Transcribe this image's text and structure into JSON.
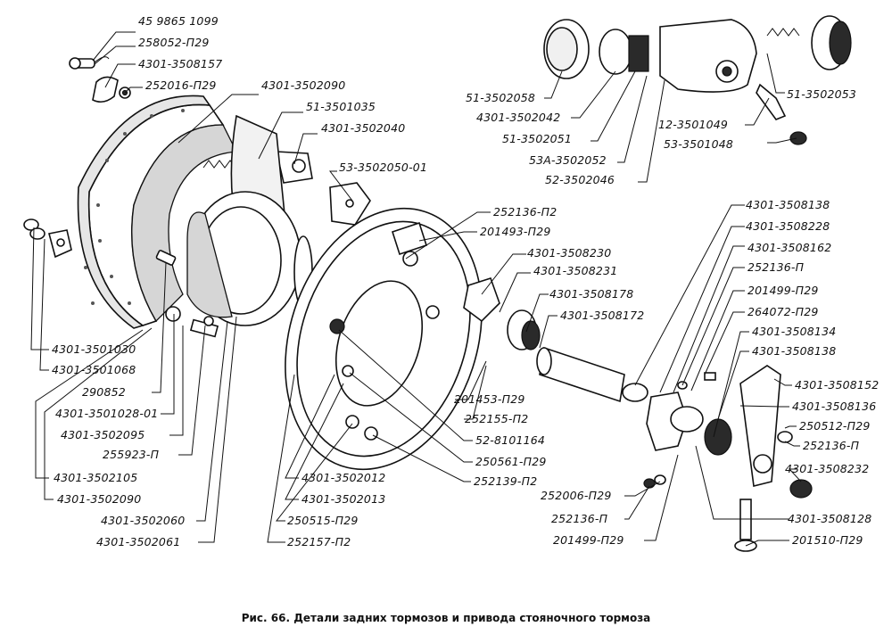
{
  "caption": "Рис. 66. Детали задних тормозов и привода стояночного тормоза",
  "labels": {
    "l01": "45 9865 1099",
    "l02": "258052-П29",
    "l03": "4301-3508157",
    "l04": "252016-П29",
    "l05": "4301-3502090",
    "l06": "51-3501035",
    "l07": "4301-3502040",
    "l08": "53-3502050-01",
    "l09": "51-3502058",
    "l10": "4301-3502042",
    "l11": "51-3502051",
    "l12": "53А-3502052",
    "l13": "52-3502046",
    "l14": "51-3502053",
    "l15": "12-3501049",
    "l16": "53-3501048",
    "l17": "252136-П2",
    "l18": "201493-П29",
    "l19": "4301-3508230",
    "l20": "4301-3508231",
    "l21": "4301-3508178",
    "l22": "4301-3508172",
    "l23": "4301-3508138",
    "l24": "4301-3508228",
    "l25": "4301-3508162",
    "l26": "252136-П",
    "l27": "201499-П29",
    "l28": "264072-П29",
    "l29": "4301-3508134",
    "l30": "4301-3508138",
    "l31": "4301-3508152",
    "l32": "4301-3508136",
    "l33": "250512-П29",
    "l34": "252136-П",
    "l35": "4301-3508232",
    "l36": "4301-3508128",
    "l37": "201510-П29",
    "l38": "252006-П29",
    "l39": "252136-П",
    "l40": "201499-П29",
    "l41": "4301-3501030",
    "l42": "4301-3501068",
    "l43": "290852",
    "l44": "4301-3501028-01",
    "l45": "4301-3502095",
    "l46": "255923-П",
    "l47": "4301-3502105",
    "l48": "4301-3502090",
    "l49": "4301-3502060",
    "l50": "4301-3502061",
    "l51": "201453-П29",
    "l52": "252155-П2",
    "l53": "52-8101164",
    "l54": "250561-П29",
    "l55": "252139-П2",
    "l56": "4301-3502012",
    "l57": "4301-3502013",
    "l58": "250515-П29",
    "l59": "252157-П2"
  }
}
